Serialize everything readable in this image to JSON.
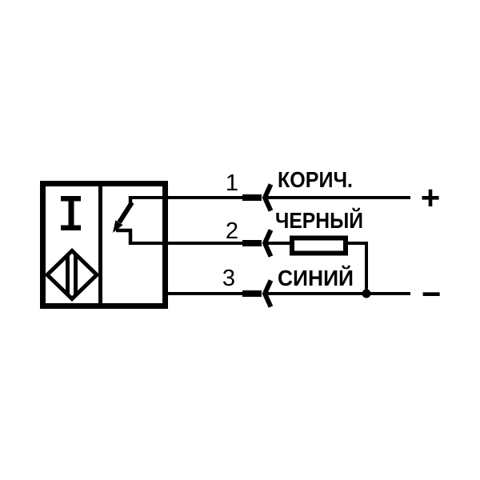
{
  "diagram": {
    "sensor": {
      "symbol": "I"
    },
    "wires": [
      {
        "number": "1",
        "color_label": "КОРИЧ.",
        "terminal": "+"
      },
      {
        "number": "2",
        "color_label": "ЧЕРНЫЙ",
        "terminal": ""
      },
      {
        "number": "3",
        "color_label": "СИНИЙ",
        "terminal": "−"
      }
    ],
    "terminals": {
      "positive": "+",
      "negative": "−"
    }
  }
}
